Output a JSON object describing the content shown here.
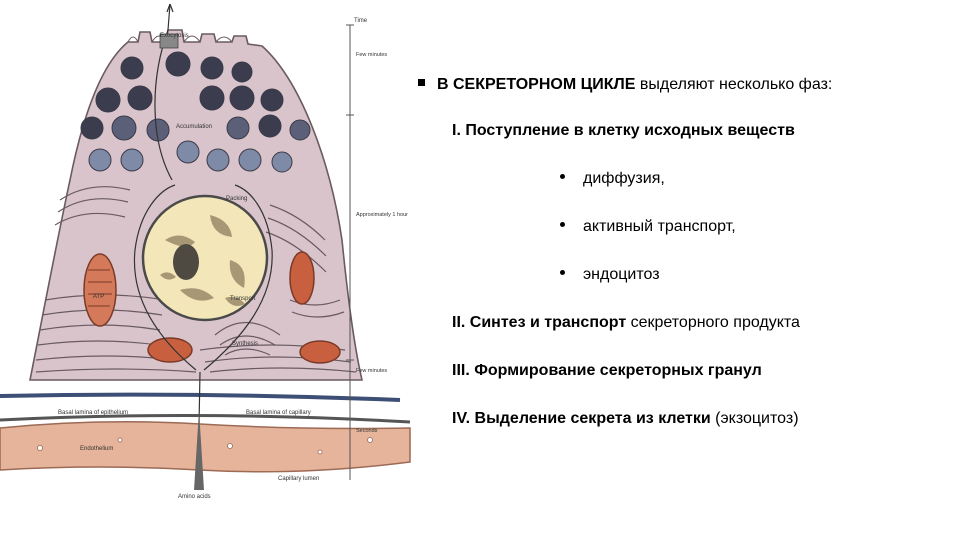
{
  "diagram": {
    "labels": {
      "exocytosis": "Exocytosis",
      "accumulation": "Accumulation",
      "packing": "Packing",
      "transport": "Transport",
      "synthesis": "Synthesis",
      "atp": "ATP",
      "basal_lamina_epithelium": "Basal lamina of epithelium",
      "basal_lamina_capillary": "Basal lamina of capillary",
      "endothelium": "Endothelium",
      "capillary_lumen": "Capillary lumen",
      "amino_acids": "Amino acids",
      "time": "Time",
      "few_minutes_1": "Few minutes",
      "approximately_1_hour": "Approximately 1 hour",
      "few_minutes_2": "Few minutes",
      "seconds": "Seconds"
    }
  },
  "slide": {
    "heading_bold": "В СЕКРЕТОРНОМ  ЦИКЛЕ",
    "heading_rest": " выделяют несколько фаз:",
    "phase1": "I. Поступление в клетку исходных веществ",
    "bullets": [
      "диффузия,",
      "активный транспорт,",
      "эндоцитоз"
    ],
    "phase2_bold": "II. Синтез и транспорт",
    "phase2_rest": " секреторного продукта",
    "phase3": "III. Формирование секреторных гранул",
    "phase4_bold": "IV. Выделение секрета из клетки",
    "phase4_rest": " (экзоцитоз)"
  }
}
